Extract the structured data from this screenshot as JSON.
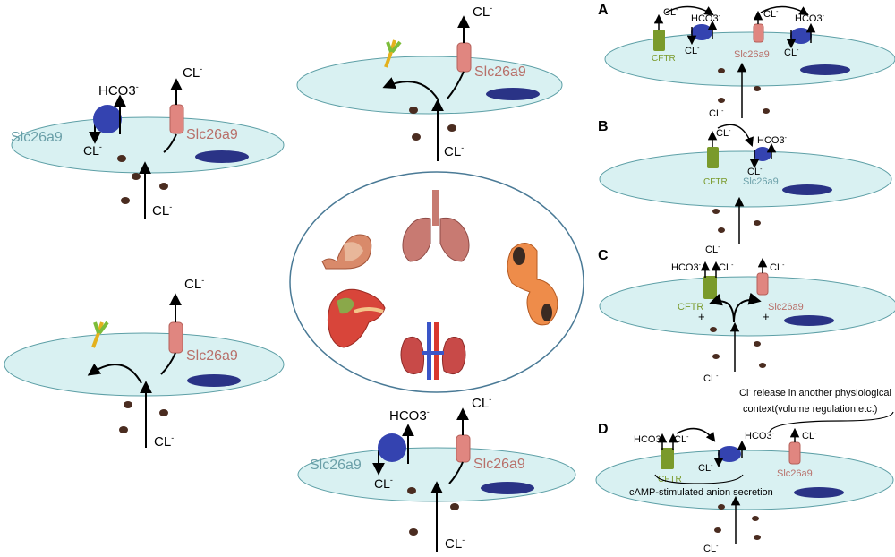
{
  "labels": {
    "cl": "CL",
    "minus": "-",
    "hco3": "HCO3",
    "slc26a9": "Slc26a9",
    "cftr": "CFTR",
    "plus": "+",
    "cl_release": "Cl",
    "cl_release_rest": " release in another physiological",
    "context": "context(volume regulation,etc.)",
    "camp": "cAMP-stimulated anion secretion"
  },
  "panels": [
    "A",
    "B",
    "C",
    "D"
  ],
  "colors": {
    "cell": "#d9f1f2",
    "cell_stroke": "#5d9fa6",
    "nucleus": "#2a3386",
    "exchanger": "#3443b0",
    "channel": "#e08680",
    "channel_stroke": "#b5605a",
    "cftr": "#7a9a2b",
    "granule": "#4a2c20",
    "slc_text": "#b8706a",
    "slc_text_teal": "#6a9fa8",
    "cftr_text": "#7a9a2b",
    "receptor_yellow": "#e3b11e",
    "receptor_green": "#7cbd3a"
  },
  "organs": [
    "stomach-icon",
    "lungs-icon",
    "intestine-icon",
    "pancreas-icon",
    "kidneys-icon"
  ]
}
